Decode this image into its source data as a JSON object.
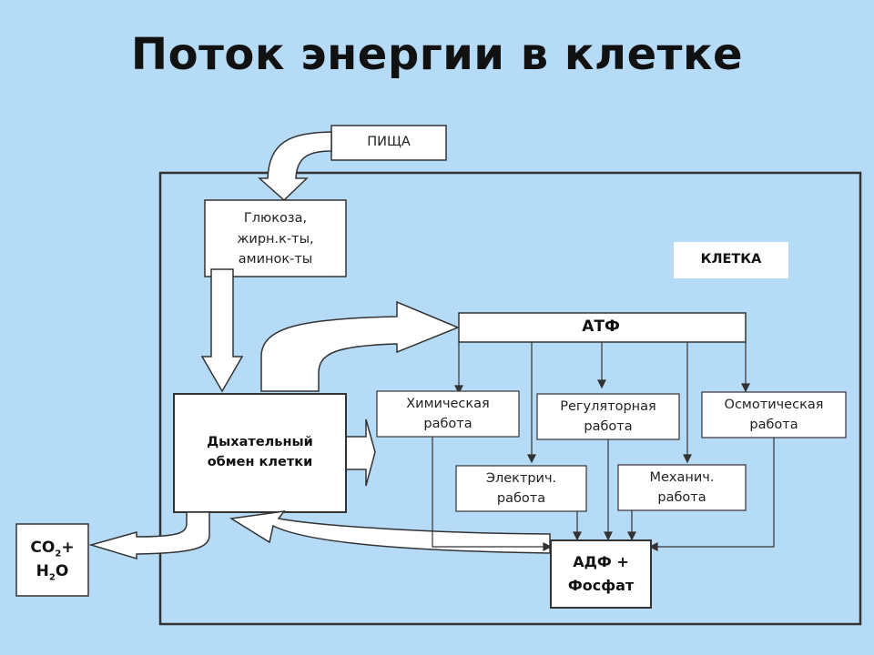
{
  "title": "Поток энергии в клетке",
  "nodes": {
    "food": "ПИЩА",
    "nutrients": "Глюкоза,\nжирн.к-ты,\nаминок-ты",
    "cell": "КЛЕТКА",
    "atp": "АТФ",
    "respiration": "Дыхательный\nобмен клетки",
    "chemical": "Химическая\nработа",
    "regulatory": "Регуляторная\nработа",
    "osmotic": "Осмотическая\nработа",
    "electric": "Электрич.\nработа",
    "mechanical": "Механич.\nработа",
    "adp": "АДФ +\nФосфат",
    "co2_main": "CO",
    "co2_sub": "2",
    "co2_plus": "+",
    "h2o_h": "H",
    "h2o_sub": "2",
    "h2o_o": "O"
  }
}
